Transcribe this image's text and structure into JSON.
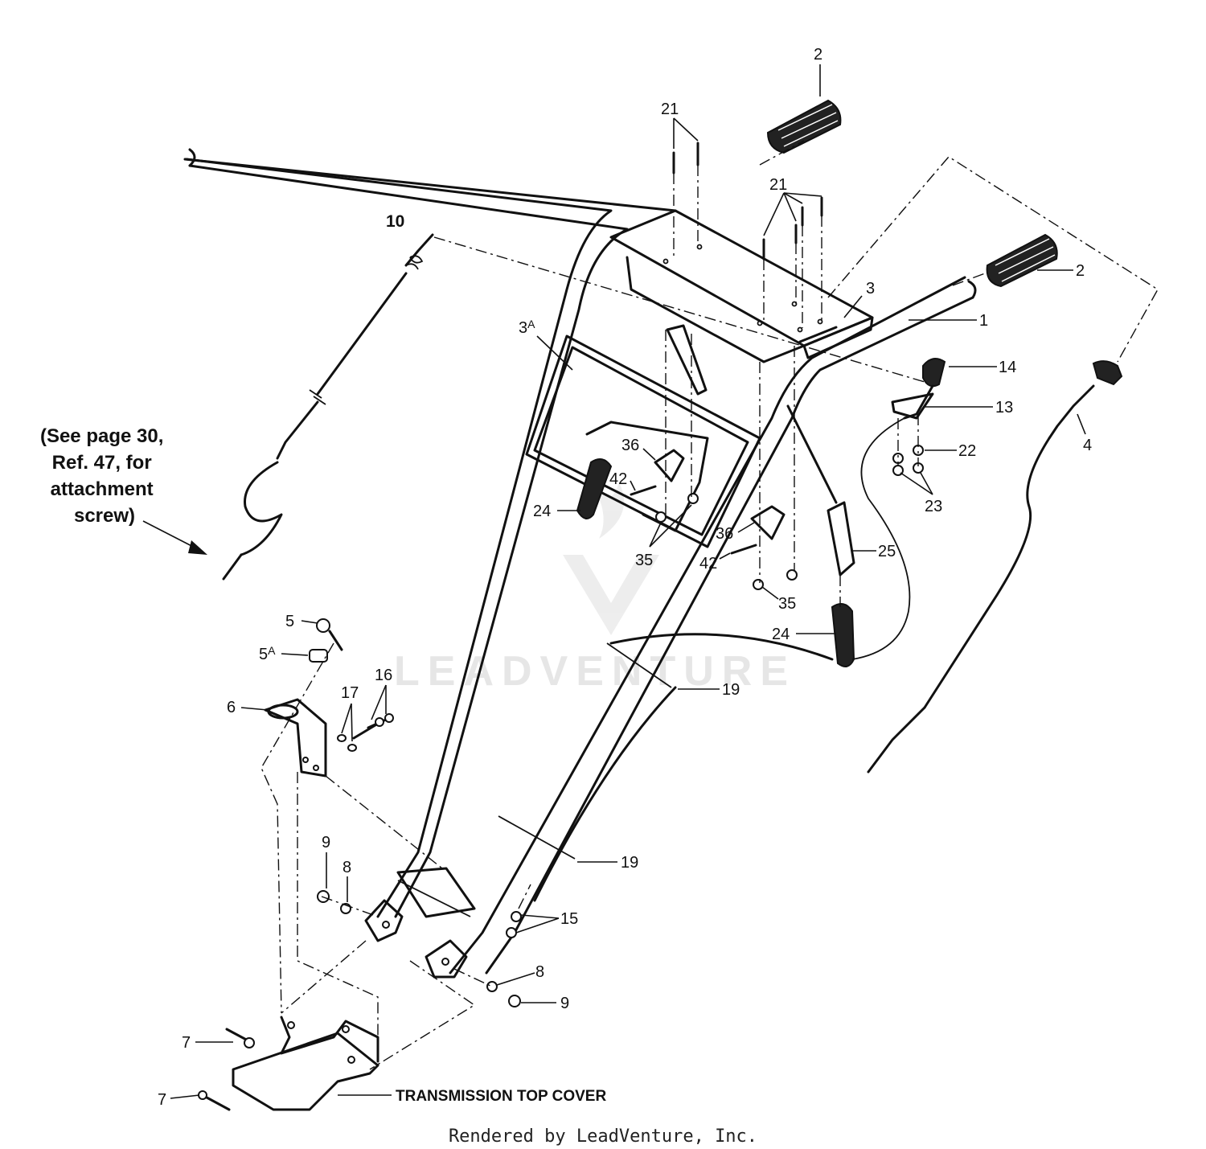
{
  "note": {
    "lines": [
      "(See page 30,",
      "Ref. 47, for",
      "attachment",
      "screw)"
    ]
  },
  "watermark": "LEADVENTURE",
  "caption": "TRANSMISSION TOP COVER",
  "footer": "Rendered by LeadVenture, Inc.",
  "labels": {
    "l2a": "2",
    "l2b": "2",
    "l21a": "21",
    "l21b": "21",
    "l10": "10",
    "l3": "3",
    "l3a": "3",
    "l3a_sup": "A",
    "l1": "1",
    "l14": "14",
    "l13": "13",
    "l4": "4",
    "l22": "22",
    "l23": "23",
    "l36a": "36",
    "l42a": "42",
    "l24a": "24",
    "l35a": "35",
    "l36b": "36",
    "l42b": "42",
    "l25": "25",
    "l35b": "35",
    "l24b": "24",
    "l5": "5",
    "l5a": "5",
    "l5a_sup": "A",
    "l16": "16",
    "l17": "17",
    "l6": "6",
    "l19a": "19",
    "l9a": "9",
    "l8a": "8",
    "l19b": "19",
    "l15": "15",
    "l8b": "8",
    "l9b": "9",
    "l7a": "7",
    "l7b": "7"
  }
}
